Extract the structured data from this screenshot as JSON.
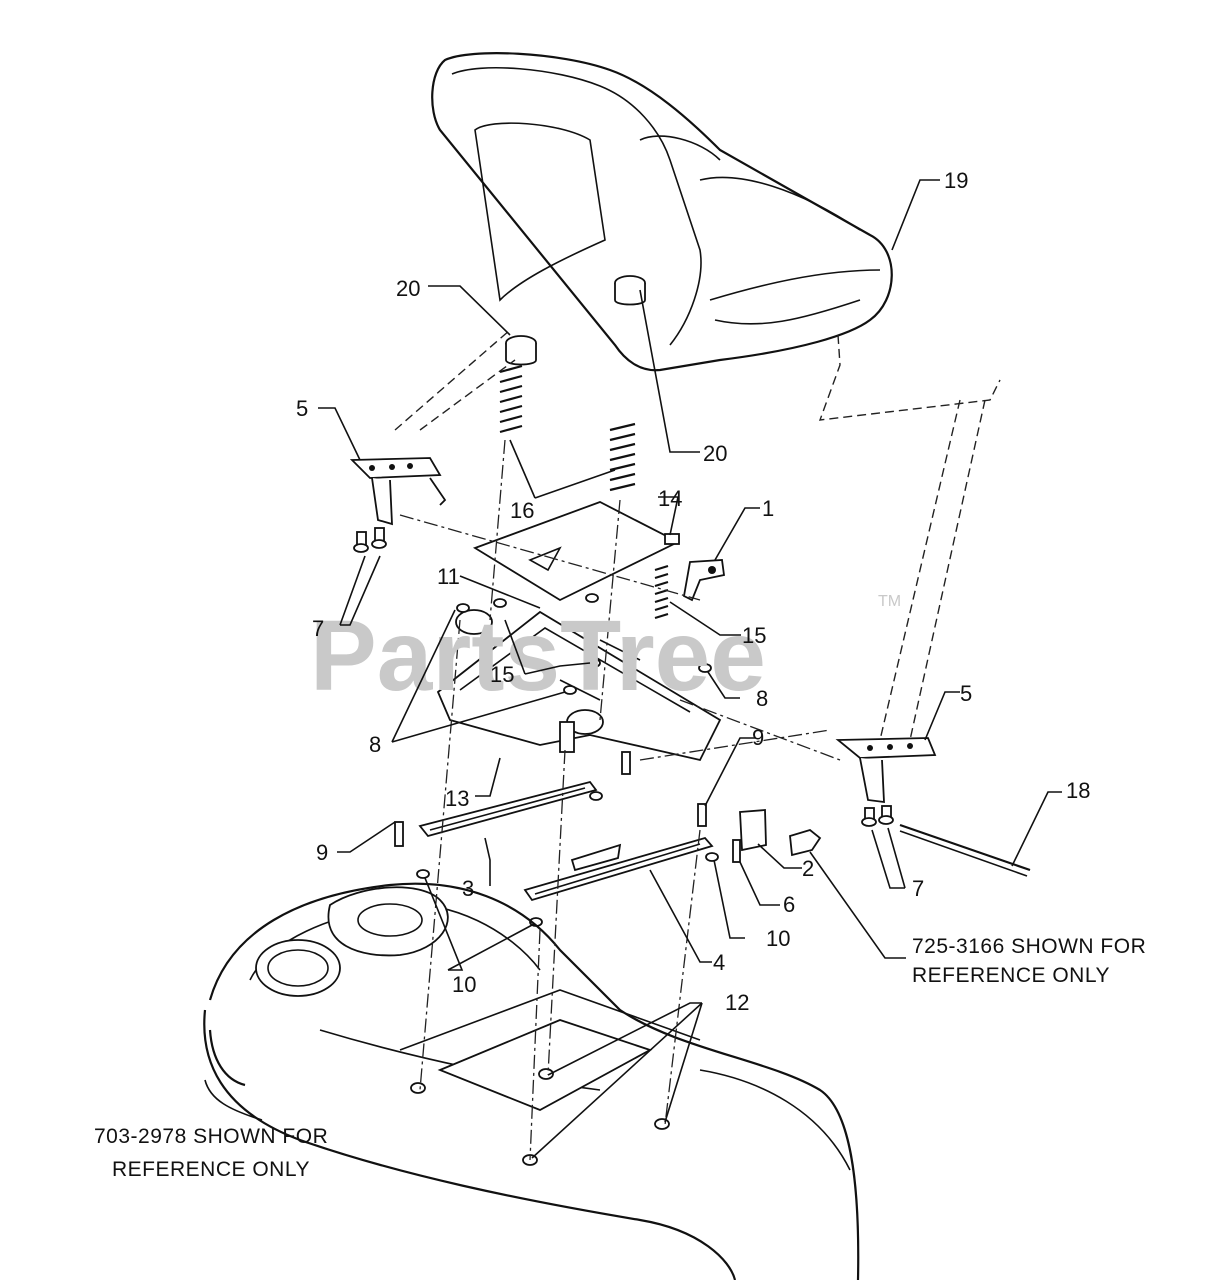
{
  "watermark": {
    "text": "PartsTree",
    "tm": "TM"
  },
  "callouts": {
    "c1": "1",
    "c2": "2",
    "c3": "3",
    "c4": "4",
    "c5a": "5",
    "c5b": "5",
    "c6": "6",
    "c7a": "7",
    "c7b": "7",
    "c8a": "8",
    "c8b": "8",
    "c9a": "9",
    "c9b": "9",
    "c10a": "10",
    "c10b": "10",
    "c11": "11",
    "c12": "12",
    "c13": "13",
    "c14": "14",
    "c15a": "15",
    "c15b": "15",
    "c16": "16",
    "c18": "18",
    "c19": "19",
    "c20a": "20",
    "c20b": "20"
  },
  "notes": {
    "ref_725_line1": "725-3166 SHOWN FOR",
    "ref_725_line2": "REFERENCE ONLY",
    "ref_703_line1": "703-2978 SHOWN FOR",
    "ref_703_line2": "REFERENCE ONLY"
  }
}
